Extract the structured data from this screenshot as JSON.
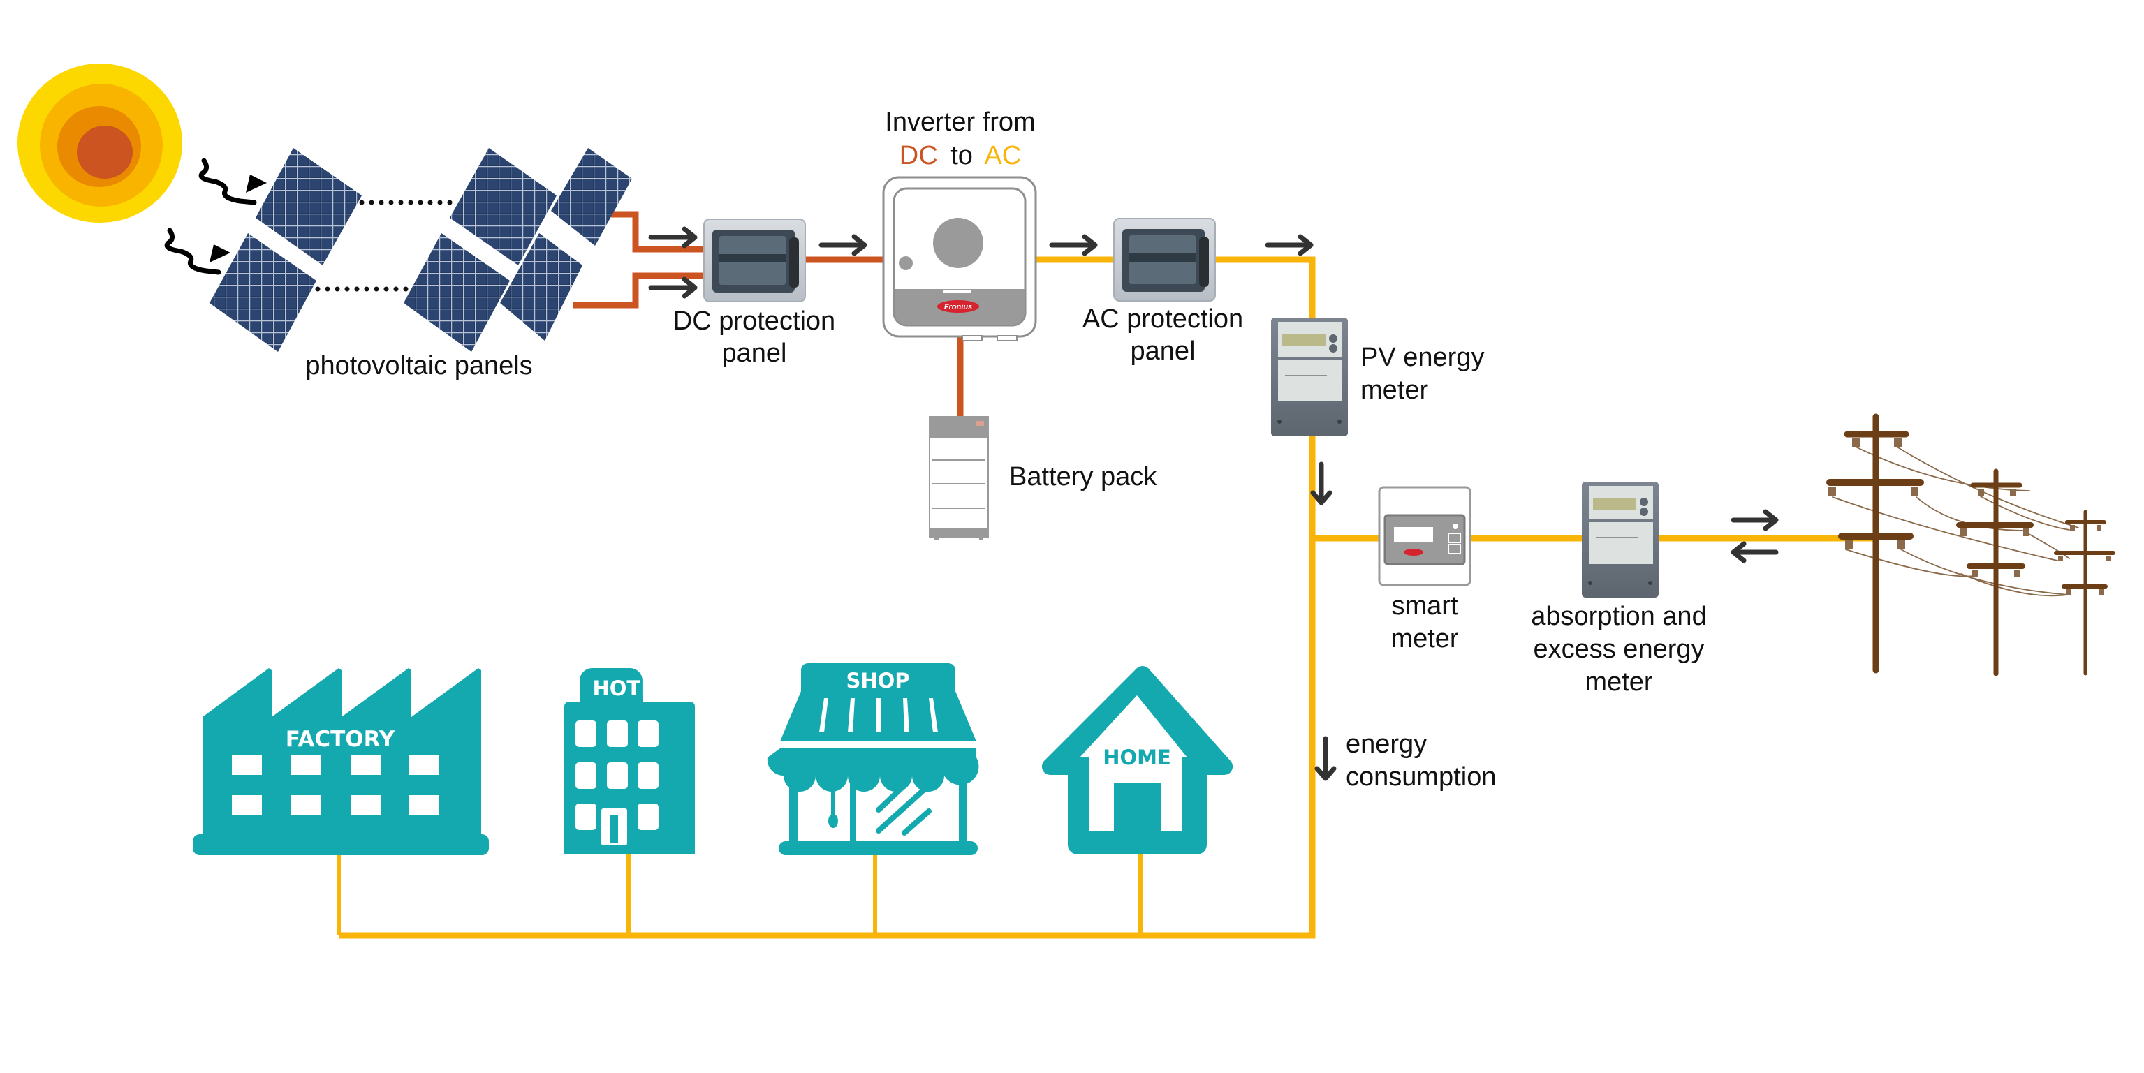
{
  "colors": {
    "dc_wire": "#CC5420",
    "ac_wire": "#F9B40A",
    "arrow": "#333333",
    "building": "#14A8AF",
    "pole": "#6B3E16",
    "sun_outer": "#FDD800",
    "sun_mid": "#F9B400",
    "sun_inner": "#EA8A00",
    "sun_core": "#CC5420",
    "panel_cell": "#243A63",
    "device_gray": "#9A9A9A",
    "fronius_red": "#D6242E"
  },
  "labels": {
    "pv_panels": "photovoltaic panels",
    "dc_panel_line1": "DC protection",
    "dc_panel_line2": "panel",
    "inverter_line1": "Inverter from",
    "inverter_dc": "DC",
    "inverter_to": "to",
    "inverter_ac": "AC",
    "ac_panel_line1": "AC protection",
    "ac_panel_line2": "panel",
    "battery": "Battery pack",
    "pv_meter_line1": "PV energy",
    "pv_meter_line2": "meter",
    "smart_meter_line1": "smart",
    "smart_meter_line2": "meter",
    "grid_meter_line1": "absorption and",
    "grid_meter_line2": "excess energy",
    "grid_meter_line3": "meter",
    "consumption_line1": "energy",
    "consumption_line2": "consumption",
    "brand": "Fronius"
  },
  "buildings": {
    "factory": "FACTORY",
    "hotel": "HOTEL",
    "shop": "SHOP",
    "home": "HOME"
  },
  "icons": {
    "sun": "sun-icon",
    "sunlight": "sunlight-ray-arrow-icon",
    "solar_panel": "solar-panel-icon",
    "protection_panel": "electrical-panel-icon",
    "inverter": "inverter-icon",
    "battery": "battery-icon",
    "energy_meter": "energy-meter-icon",
    "smart_meter": "smart-meter-icon",
    "power_pole": "power-pole-icon",
    "flow_arrow": "flow-arrow-icon"
  }
}
